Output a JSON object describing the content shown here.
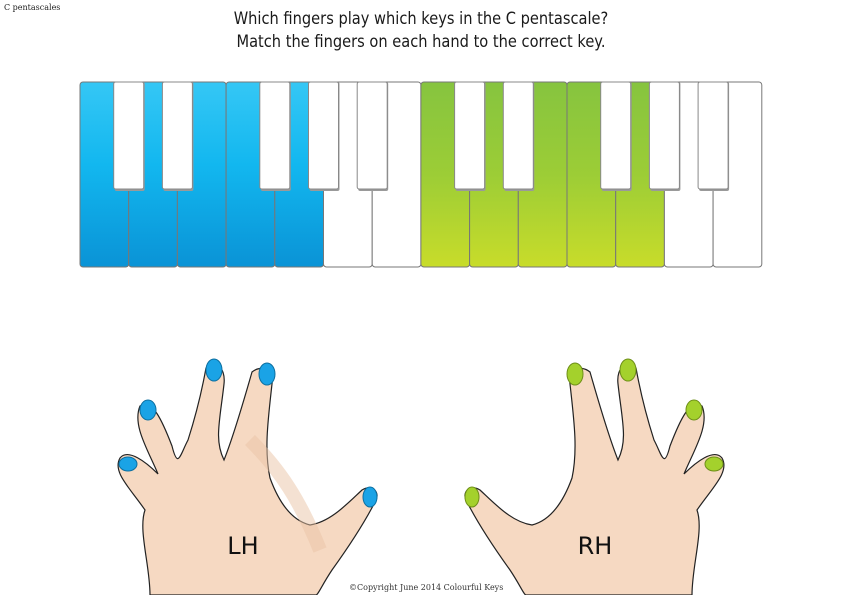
{
  "header": {
    "corner_label": "C pentascales",
    "instruction_line1": "Which fingers play which keys in the C pentascale?",
    "instruction_line2": "Match the fingers on each hand to the correct key."
  },
  "keyboard": {
    "white_key_count": 14,
    "white_key_fill": [
      "blue",
      "blue",
      "blue",
      "blue",
      "blue",
      "white",
      "white",
      "green",
      "green",
      "green",
      "green",
      "green",
      "white",
      "white"
    ],
    "colors": {
      "blue": "#1ab3ec",
      "green": "#a9d138",
      "white": "#ffffff",
      "outline": "#777777"
    }
  },
  "hands": {
    "left": {
      "label": "LH",
      "nail_color": "#1aa3e6"
    },
    "right": {
      "label": "RH",
      "nail_color": "#a4d12c"
    },
    "skin_color": "#f7dcc6"
  },
  "footer": {
    "copyright": "©Copyright June 2014 Colourful Keys"
  }
}
